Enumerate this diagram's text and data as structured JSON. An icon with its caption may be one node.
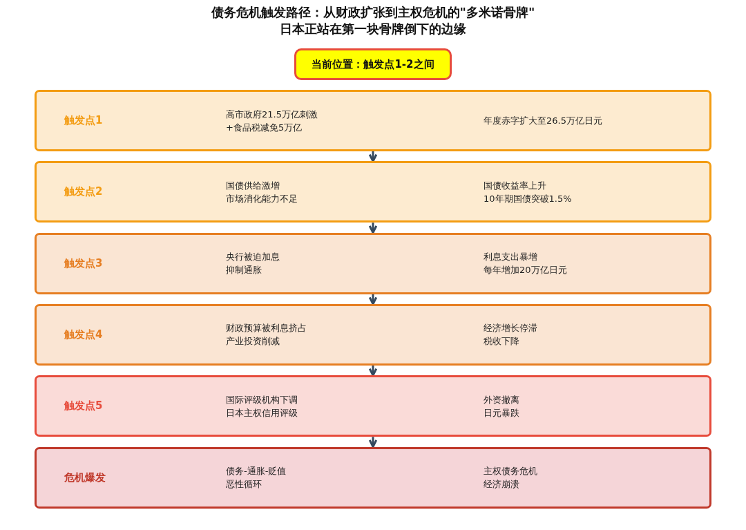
{
  "diagram": {
    "title": "债务危机触发路径：从财政扩张到主权危机的\"多米诺骨牌\"",
    "nodes": [
      {
        "text": [
          "当前位置：触发点1-2之间"
        ]
      },
      {
        "text": [
          "触发点1",
          "高市政府21.5万亿刺激",
          "+食品税减免5万亿",
          "年度赤字扩大至26.5万亿日元"
        ]
      },
      {
        "text": [
          "触发点2",
          "国债供给激增",
          "市场消化能力不足",
          "国债收益率上升",
          "10年期国债突破1.5%"
        ]
      },
      {
        "text": [
          "触发点3",
          "央行被迫加息",
          "抑制通胀",
          "利息支出暴增",
          "每年增加20万亿日元"
        ]
      },
      {
        "text": [
          "触发点4",
          "财政预算被利息挤占",
          "产业投资削减",
          "经济增长停滞",
          "税收下降"
        ]
      },
      {
        "text": [
          "触发点5",
          "国际评级机构下调",
          "日本主权信用评级",
          "外资撤离",
          "日元暴跌"
        ]
      },
      {
        "text": [
          "危机爆发",
          "债务-通胀-贬值",
          "恶性循环",
          "主权债务危机",
          "经济崩溃"
        ]
      }
    ],
    "edges": [
      {
        "from": 1,
        "to": 2,
        "arrow": "to"
      },
      {
        "from": 2,
        "to": 3,
        "arrow": "to"
      },
      {
        "from": 3,
        "to": 4,
        "arrow": "to"
      },
      {
        "from": 4,
        "to": 5,
        "arrow": "to"
      },
      {
        "from": 5,
        "to": 6,
        "arrow": "to"
      }
    ],
    "labels": [
      "日本正站在第一块骨牌倒下的边缘"
    ]
  }
}
